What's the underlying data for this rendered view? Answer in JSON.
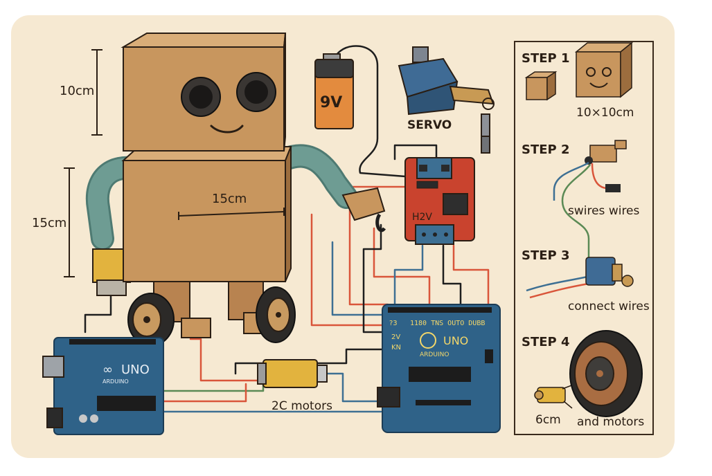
{
  "dimensions": {
    "height_label": "10cm",
    "torso_height_label": "15cm",
    "torso_width_label": "15cm"
  },
  "components": {
    "battery_label": "9V",
    "servo_label": "SERVO",
    "driver_label": "H2V",
    "motors_label": "2C motors",
    "arduino_left": {
      "brand": "UNO",
      "sub": "ARDUINO"
    },
    "arduino_right": {
      "brand": "UNO",
      "sub": "ARDUINO",
      "pin_text": "1180 TNS OUTO DUBB",
      "pin_a": "?3",
      "pin_b": "2V",
      "pin_c": "KN"
    }
  },
  "steps": [
    {
      "title": "STEP 1",
      "caption": "10×10cm"
    },
    {
      "title": "STEP 2",
      "caption": "swires wires"
    },
    {
      "title": "STEP 3",
      "caption": "connect wires"
    },
    {
      "title": "STEP 4",
      "caption_small": "6cm",
      "caption": "and motors"
    }
  ],
  "colors": {
    "background": "#f6e9d2",
    "cardboard": "#c8965e",
    "cardboard_dark": "#9c6d3e",
    "arm": "#6e9c93",
    "board_blue": "#2f6288",
    "driver_red": "#c9432e",
    "wire_red": "#d9553a",
    "wire_blue": "#3d6f93",
    "wire_green": "#5b8a55",
    "motor_yellow": "#e2b33e"
  }
}
